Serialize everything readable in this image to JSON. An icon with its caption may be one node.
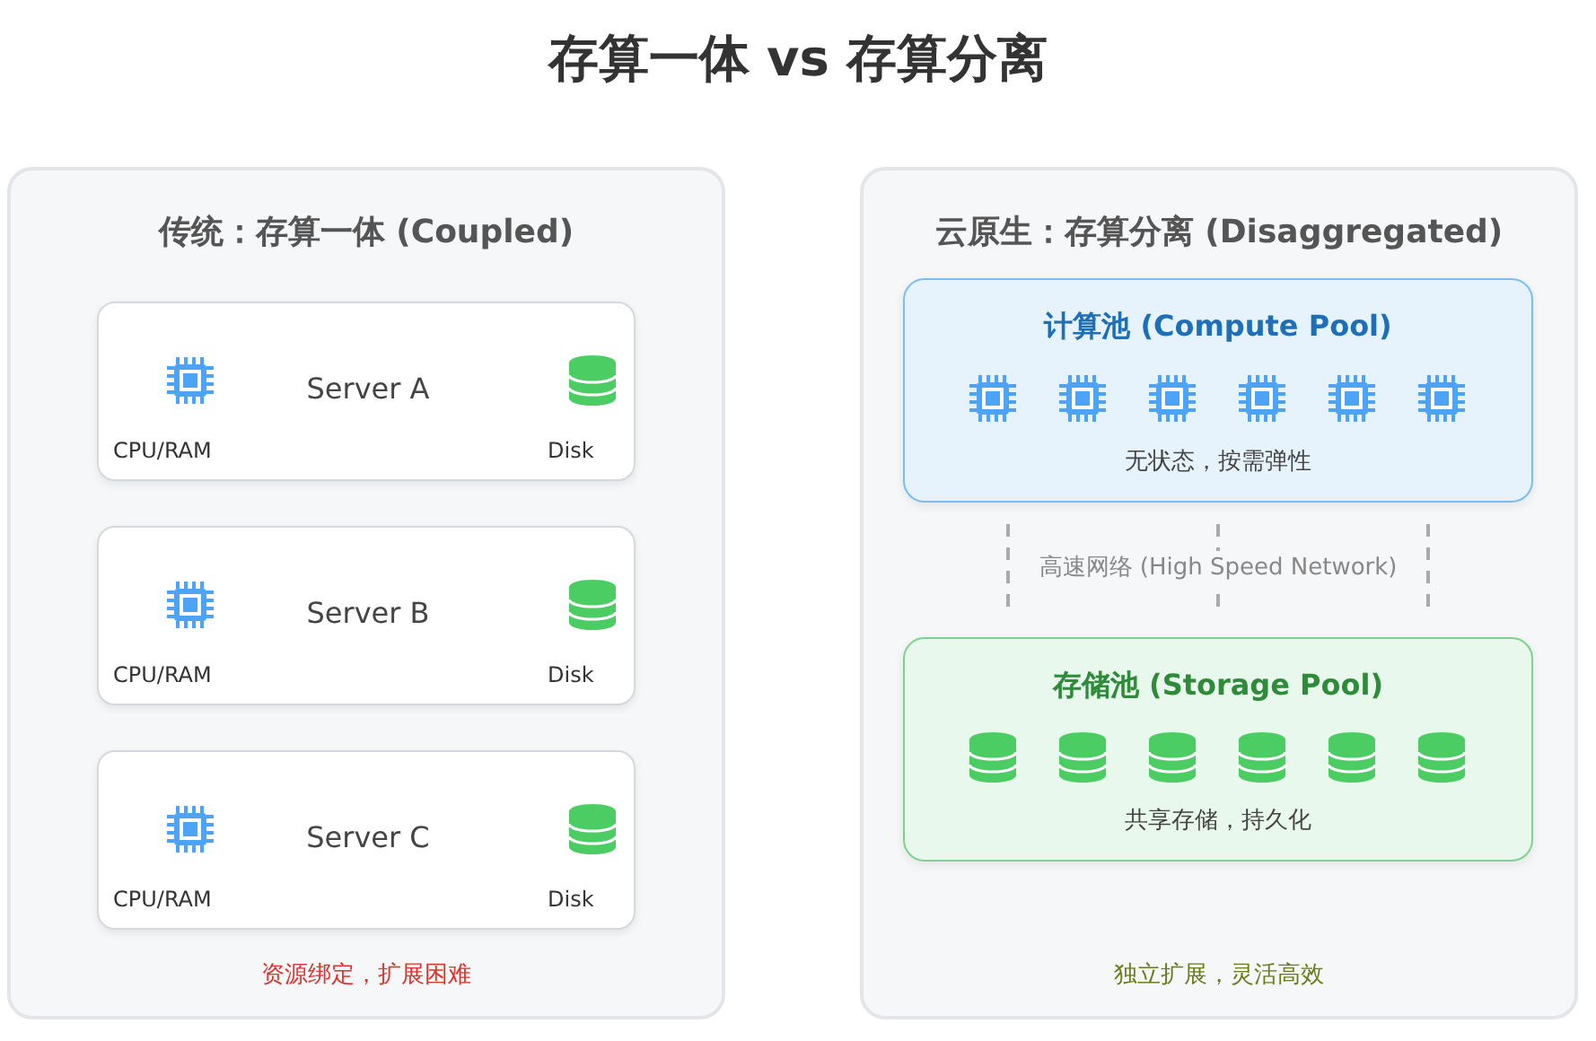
{
  "diagram": {
    "title": "存算一体 vs 存算分离",
    "nodes": [
      {
        "text": [
          "传统：存算一体 (Coupled)",
          "资源绑定，扩展困难"
        ]
      },
      {
        "text": [
          "Server A",
          "CPU/RAM",
          "Disk"
        ],
        "in": 0
      },
      {
        "text": [
          "Server B",
          "CPU/RAM",
          "Disk"
        ],
        "in": 0
      },
      {
        "text": [
          "Server C",
          "CPU/RAM",
          "Disk"
        ],
        "in": 0
      },
      {
        "text": [
          "云原生：存算分离 (Disaggregated)",
          "独立扩展，灵活高效"
        ]
      },
      {
        "text": [
          "计算池 (Compute Pool)",
          "无状态，按需弹性"
        ],
        "in": 4
      },
      {
        "text": [
          "存储池 (Storage Pool)",
          "共享存储，持久化"
        ],
        "in": 4
      }
    ],
    "edges": [
      {
        "from": 5,
        "to": 6,
        "arrow": "none",
        "style": "dashed"
      },
      {
        "from": 5,
        "to": 6,
        "arrow": "none",
        "style": "dashed",
        "label": "高速网络 (High Speed Network)"
      },
      {
        "from": 5,
        "to": 6,
        "arrow": "none",
        "style": "dashed"
      }
    ]
  }
}
